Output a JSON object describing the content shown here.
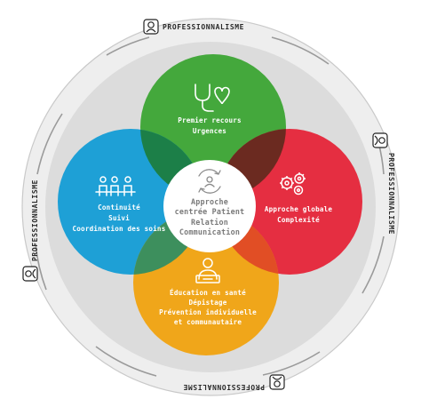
{
  "colors": {
    "green": "#44a83c",
    "red": "#e52e41",
    "blue": "#1ea0d6",
    "orange": "#f0a61a",
    "ring": "#eeeeee",
    "ring_inner": "#dcdcdc",
    "center_text": "#7a7a7a"
  },
  "ring_labels": [
    "PROFESSIONNALISME",
    "PROFESSIONNALISME",
    "PROFESSIONNALISME",
    "PROFESSIONNALISME"
  ],
  "circles": {
    "green": {
      "icon": "stethoscope-heart-icon",
      "lines": [
        "Premier recours",
        "Urgences"
      ]
    },
    "red": {
      "icon": "gears-icon",
      "lines": [
        "Approche globale",
        "Complexité"
      ]
    },
    "blue": {
      "icon": "group-meeting-icon",
      "lines": [
        "Continuité",
        "Suivi",
        "Coordination des soins"
      ]
    },
    "orange": {
      "icon": "education-person-icon",
      "lines": [
        "Éducation en santé",
        "Dépistage",
        "Prévention individuelle",
        "et communautaire"
      ]
    }
  },
  "center": {
    "icon": "patient-cycle-icon",
    "lines": [
      "Approche",
      "centrée Patient",
      "Relation",
      "Communication"
    ]
  }
}
